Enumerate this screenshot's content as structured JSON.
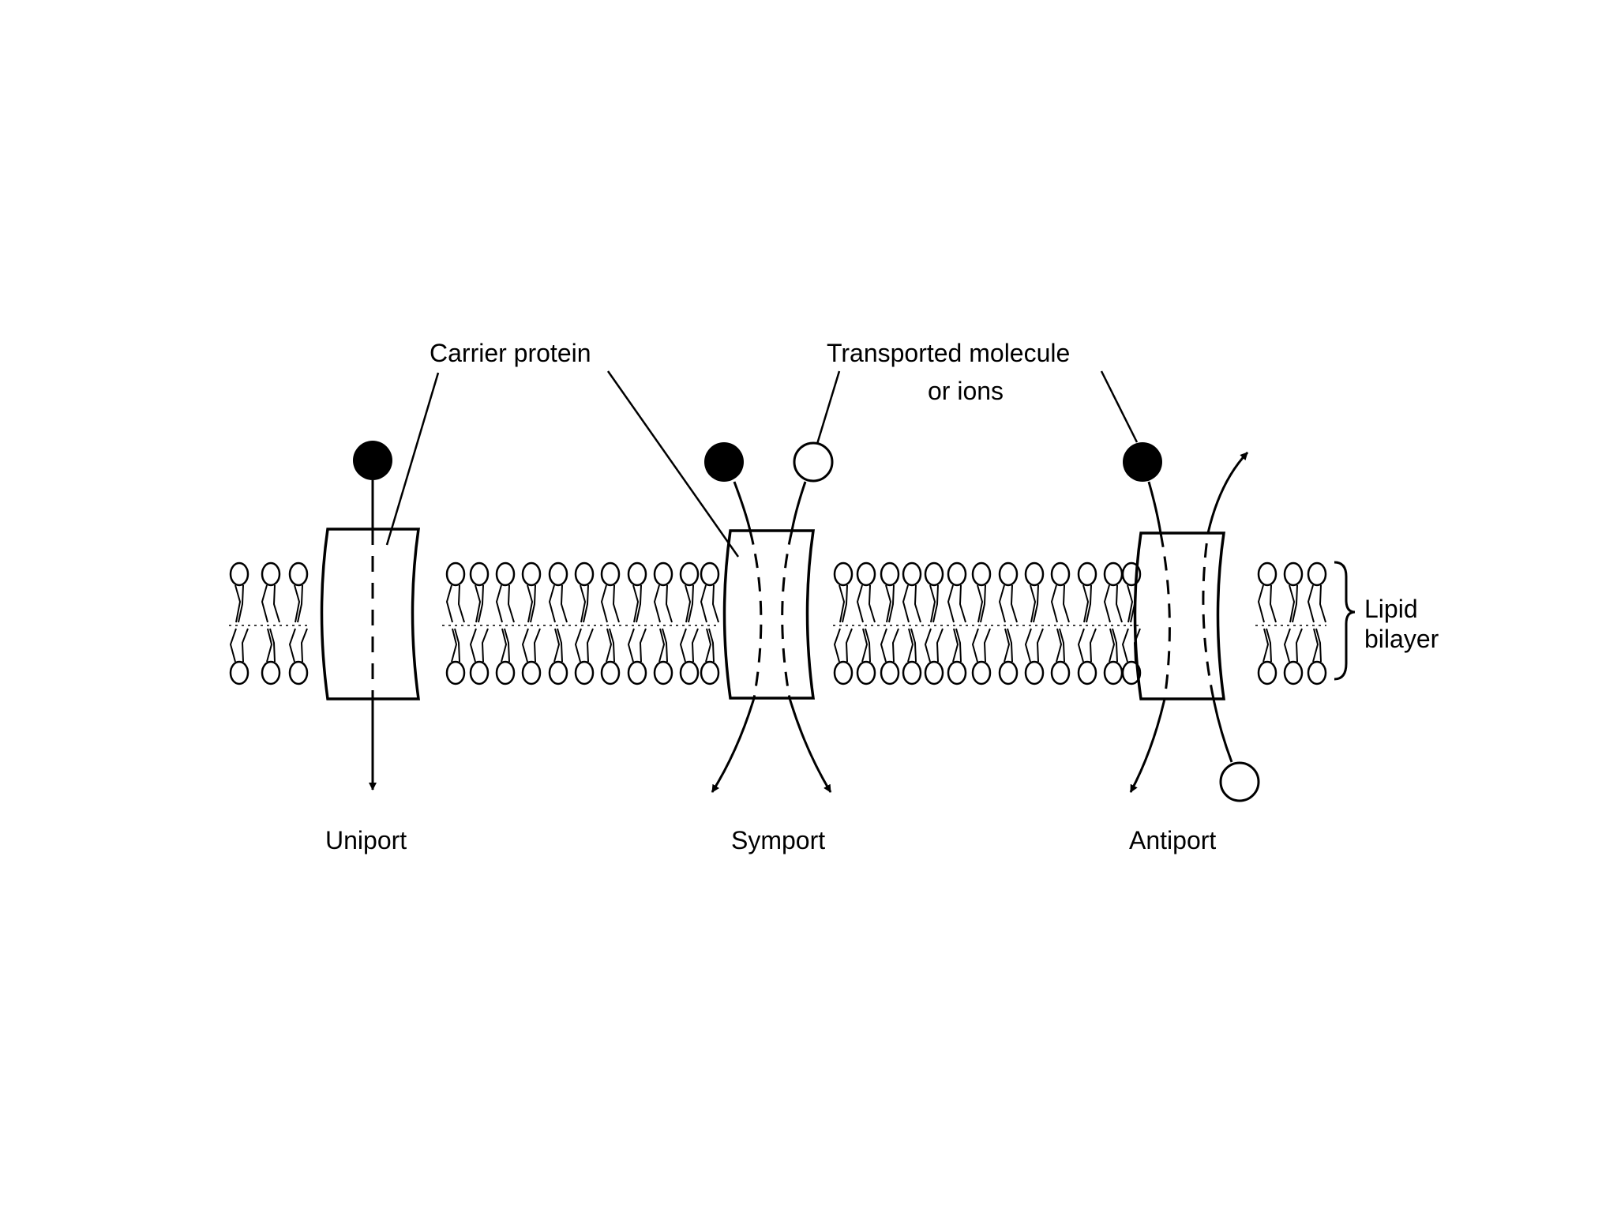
{
  "labels": {
    "carrier_protein": "Carrier protein",
    "transported_line1": "Transported molecule",
    "transported_line2": "or  ions",
    "lipid_line1": "Lipid",
    "lipid_line2": "bilayer"
  },
  "transport_modes": [
    {
      "id": "uniport",
      "label": "Uniport"
    },
    {
      "id": "symport",
      "label": "Symport"
    },
    {
      "id": "antiport",
      "label": "Antiport"
    }
  ],
  "colors": {
    "ink": "#000000",
    "background": "#ffffff",
    "hollow_molecule": "#ffffff"
  }
}
